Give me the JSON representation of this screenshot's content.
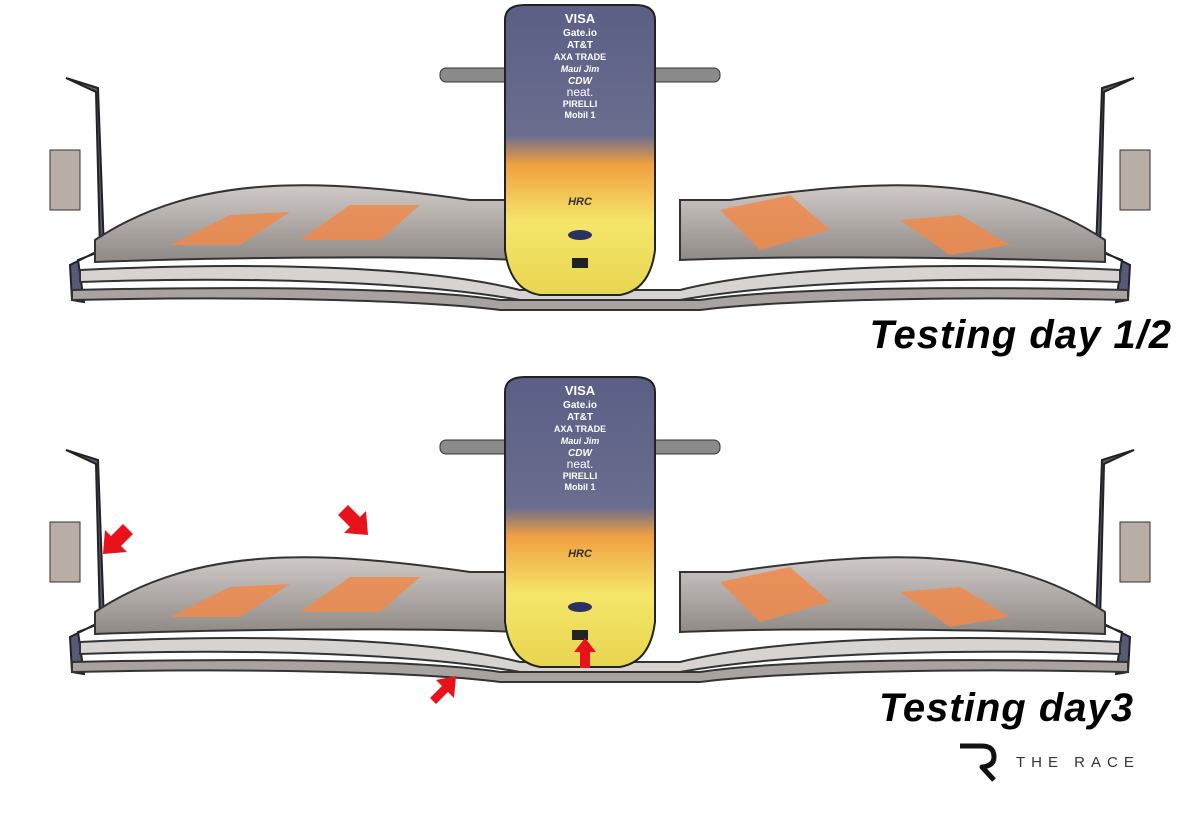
{
  "nose_sponsors": [
    "VISA",
    "Gate.io",
    "AT&T",
    "AXA TRADE",
    "Maui Jim",
    "CDW",
    "neat.",
    "PIRELLI",
    "Mobil 1"
  ],
  "nose_badge": "HRC",
  "panels": [
    {
      "label": "Testing day 1/2"
    },
    {
      "label": "Testing day3"
    }
  ],
  "logo": {
    "text": "THE RACE",
    "mark": "R"
  },
  "colors": {
    "arrow": "#e8121b",
    "livery_orange": "#f08a4b",
    "nose_yellow": "#f2e35a",
    "nose_navy": "#2b3160",
    "wing_grey": "#b9b5b3"
  }
}
